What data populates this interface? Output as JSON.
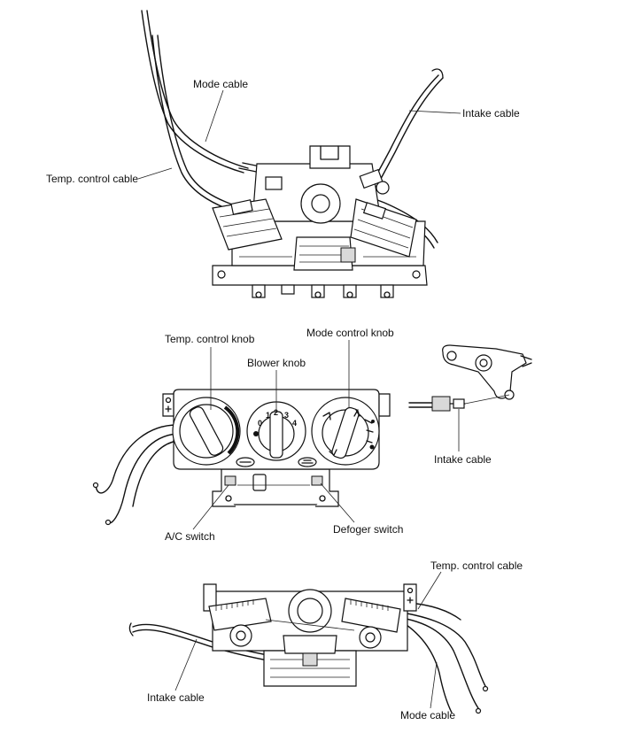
{
  "labels": {
    "top": {
      "mode_cable": "Mode cable",
      "intake_cable": "Intake cable",
      "temp_control_cable": "Temp. control cable"
    },
    "middle": {
      "temp_control_knob": "Temp. control knob",
      "mode_control_knob": "Mode control knob",
      "blower_knob": "Blower knob",
      "intake_cable": "Intake cable",
      "ac_switch": "A/C switch",
      "defoger_switch": "Defoger switch"
    },
    "bottom": {
      "temp_control_cable": "Temp. control cable",
      "intake_cable": "Intake cable",
      "mode_cable": "Mode cable"
    }
  },
  "blower_dial": {
    "positions": [
      "0",
      "1",
      "2",
      "3",
      "4"
    ]
  },
  "icons": [
    "fan-icon",
    "face-vent-icon",
    "floor-vent-icon",
    "defrost-icon",
    "recirc-icon",
    "ac-icon"
  ]
}
